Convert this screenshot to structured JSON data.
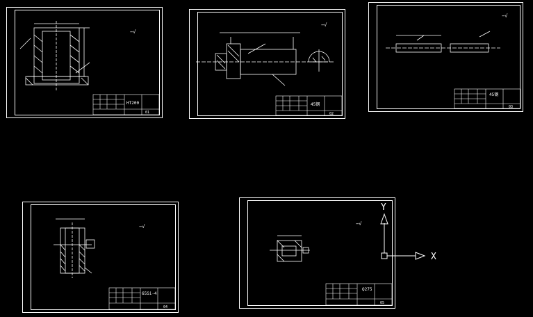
{
  "app": {
    "background_color": "#000000",
    "line_color": "#ffffff"
  },
  "sheets": [
    {
      "id": "sheet-1",
      "title_block_code": "HT200",
      "sheet_no": "01",
      "surface_mark": "√"
    },
    {
      "id": "sheet-2",
      "title_block_code": "45钢",
      "sheet_no": "02",
      "surface_mark": "√"
    },
    {
      "id": "sheet-3",
      "title_block_code": "45钢",
      "sheet_no": "03",
      "surface_mark": "√"
    },
    {
      "id": "sheet-4",
      "title_block_code": "65Si-4",
      "sheet_no": "04",
      "surface_mark": "√"
    },
    {
      "id": "sheet-5",
      "title_block_code": "Q275",
      "sheet_no": "05",
      "surface_mark": "√"
    }
  ],
  "ucs": {
    "x_label": "X",
    "y_label": "Y",
    "icon": "ucs-axis-icon"
  }
}
